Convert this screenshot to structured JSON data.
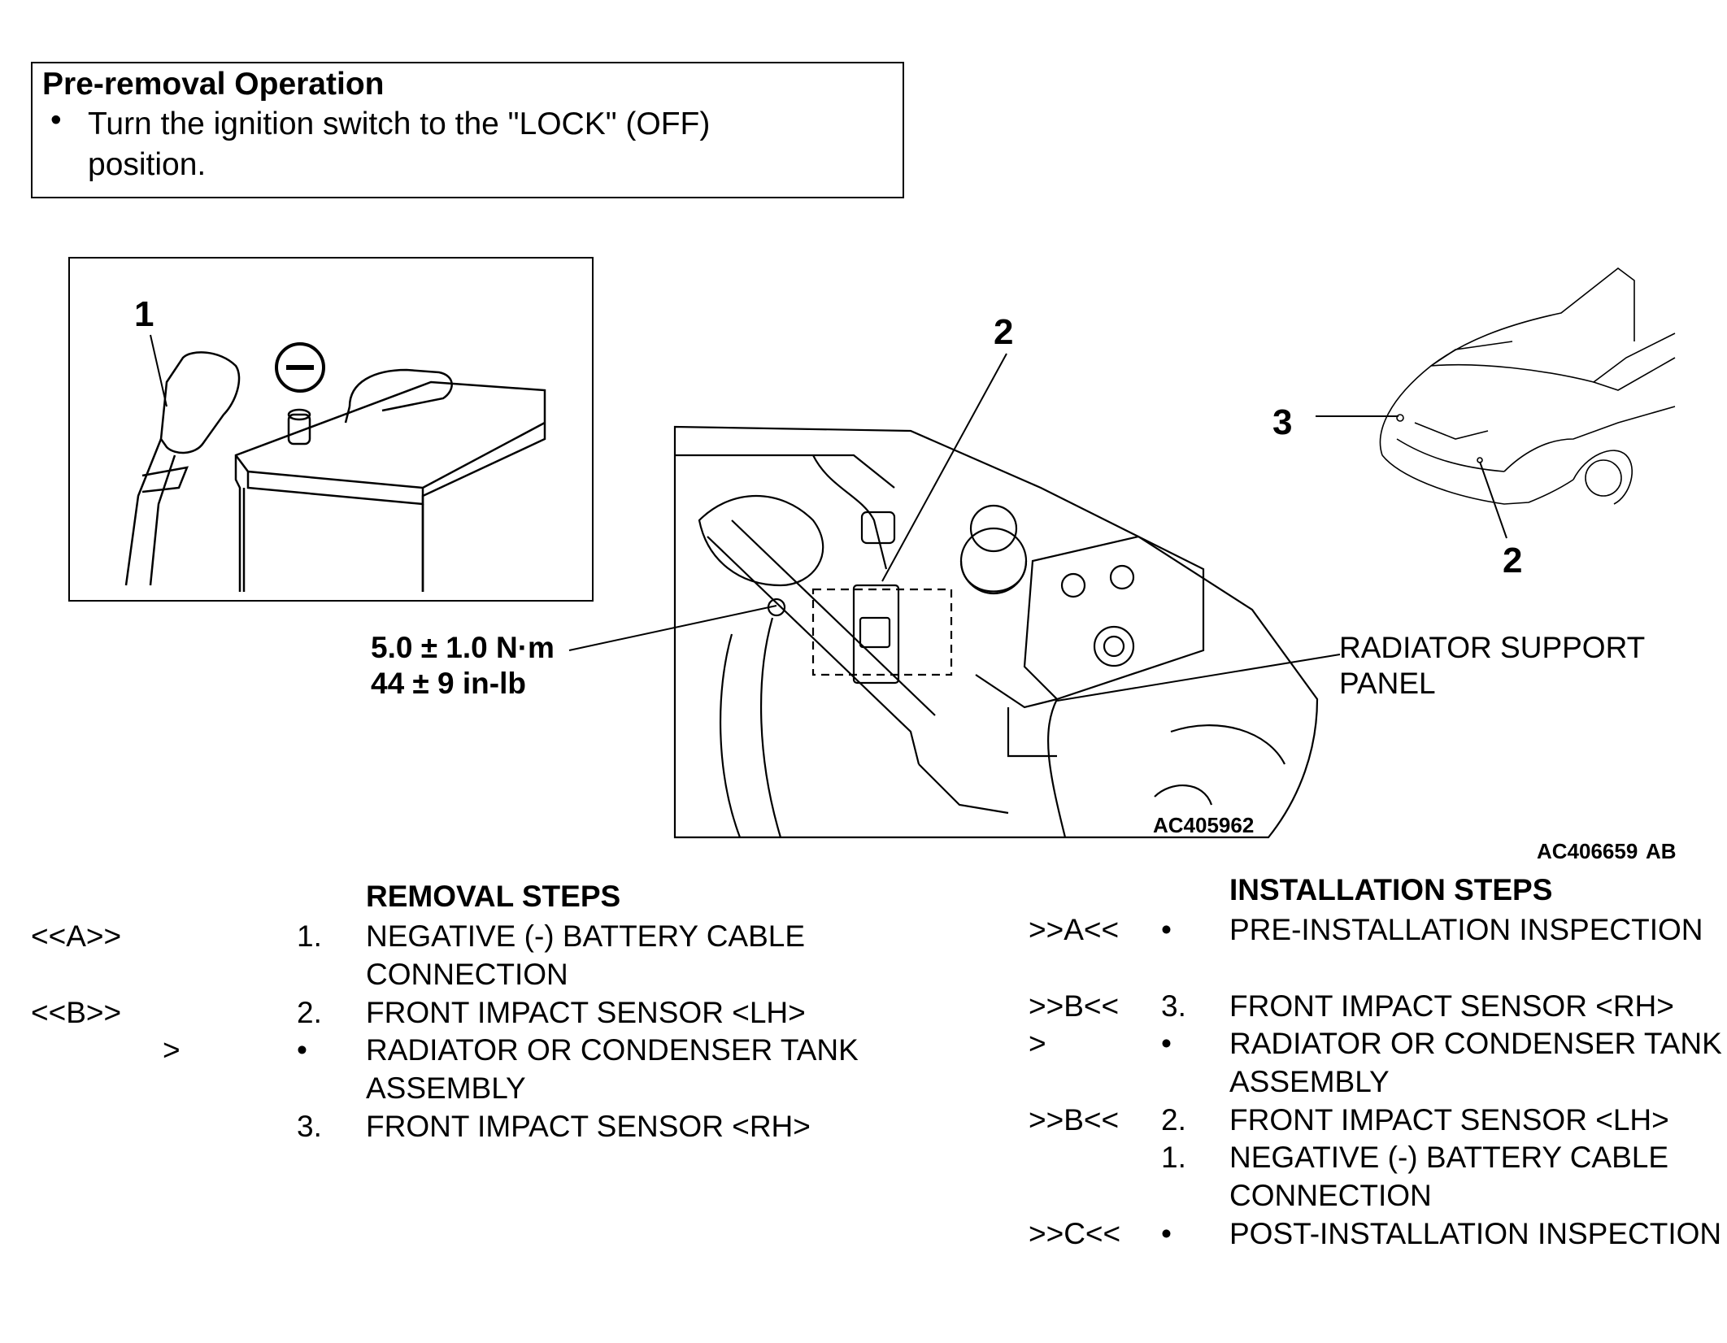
{
  "pre_removal": {
    "title": "Pre-removal Operation",
    "bullet": "•",
    "text": "Turn the ignition switch to the \"LOCK\" (OFF) position."
  },
  "figure": {
    "callout_1": "1",
    "callout_2_main": "2",
    "callout_3": "3",
    "callout_2_car": "2",
    "minus_symbol": "−",
    "torque_nm": "5.0 ± 1.0 N·m",
    "torque_inlb": "44 ± 9 in-lb",
    "radiator_line1": "RADIATOR SUPPORT",
    "radiator_line2": "PANEL",
    "code_inner": "AC405962",
    "code_outer": "AC406659",
    "code_outer_suffix": "AB"
  },
  "removal": {
    "heading": "REMOVAL STEPS",
    "rows": [
      {
        "ref": "<<A>>",
        "num": "1.",
        "text": "NEGATIVE (-) BATTERY CABLE CONNECTION"
      },
      {
        "ref": "<<B>>",
        "num": "2.",
        "text": "FRONT IMPACT SENSOR <LH>"
      },
      {
        "ref": ">",
        "num": "•",
        "text": "RADIATOR OR CONDENSER TANK ASSEMBLY"
      },
      {
        "ref": "",
        "num": "3.",
        "text": "FRONT IMPACT SENSOR <RH>"
      }
    ]
  },
  "installation": {
    "heading": "INSTALLATION STEPS",
    "rows": [
      {
        "ref": ">>A<<",
        "num": "•",
        "text": "PRE-INSTALLATION INSPECTION"
      },
      {
        "ref": ">>B<<",
        "num": "3.",
        "text": "FRONT IMPACT SENSOR <RH>"
      },
      {
        "ref": ">",
        "num": "•",
        "text": "RADIATOR OR CONDENSER TANK ASSEMBLY"
      },
      {
        "ref": ">>B<<",
        "num": "2.",
        "text": "FRONT IMPACT SENSOR <LH>"
      },
      {
        "ref": "",
        "num": "1.",
        "text": "NEGATIVE (-) BATTERY CABLE CONNECTION"
      },
      {
        "ref": ">>C<<",
        "num": "•",
        "text": "POST-INSTALLATION INSPECTION"
      }
    ]
  }
}
